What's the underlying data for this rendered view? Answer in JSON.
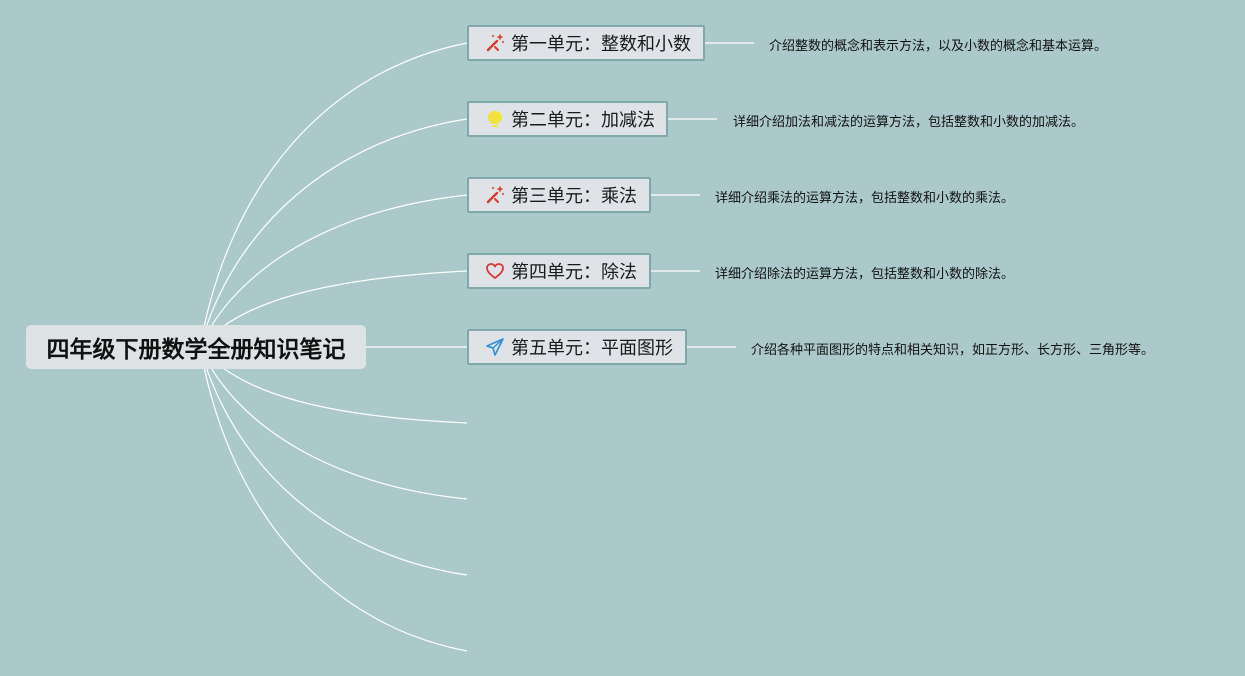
{
  "central_topic": "四年级下册数学全册知识笔记",
  "colors": {
    "background": "#abc8ca",
    "node_fill": "#dfe3e7",
    "node_border": "#7fa8a8",
    "branch_line": "#ffffff",
    "tool_icon": "#d63a2a",
    "bulb_icon": "#f2e23a",
    "heart_icon": "#d63a3a",
    "plane_icon": "#2f8fd6"
  },
  "units": [
    {
      "label": "第一单元：整数和小数",
      "icon": "magic-wand-icon",
      "desc": "介绍整数的概念和表示方法，以及小数的概念和基本运算。"
    },
    {
      "label": "第二单元：加减法",
      "icon": "lightbulb-icon",
      "desc": "详细介绍加法和减法的运算方法，包括整数和小数的加减法。"
    },
    {
      "label": "第三单元：乘法",
      "icon": "magic-wand-icon",
      "desc": "详细介绍乘法的运算方法，包括整数和小数的乘法。"
    },
    {
      "label": "第四单元：除法",
      "icon": "heart-icon",
      "desc": "详细介绍除法的运算方法，包括整数和小数的除法。"
    },
    {
      "label": "第五单元：平面图形",
      "icon": "paper-plane-icon",
      "desc": "介绍各种平面图形的特点和相关知识，如正方形、长方形、三角形等。"
    }
  ]
}
